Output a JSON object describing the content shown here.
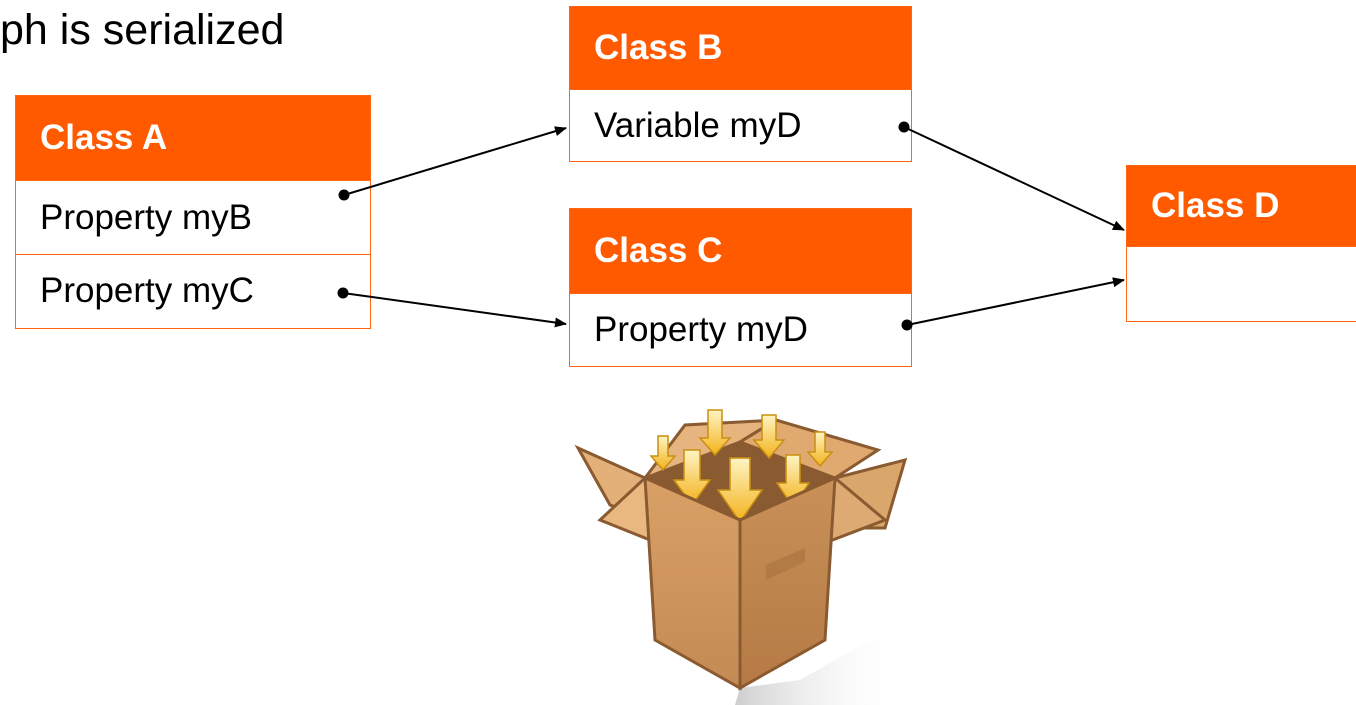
{
  "heading": "ph is serialized",
  "classes": {
    "a": {
      "title": "Class A",
      "rows": [
        "Property myB",
        "Property myC"
      ]
    },
    "b": {
      "title": "Class B",
      "rows": [
        "Variable myD"
      ]
    },
    "c": {
      "title": "Class C",
      "rows": [
        "Property myD"
      ]
    },
    "d": {
      "title": "Class D",
      "rows": [
        ""
      ]
    }
  },
  "colors": {
    "accent": "#ff5a00",
    "border": "#ff6614",
    "connector": "#000000"
  },
  "illustration": {
    "icon": "open-box-with-arrows-icon"
  }
}
